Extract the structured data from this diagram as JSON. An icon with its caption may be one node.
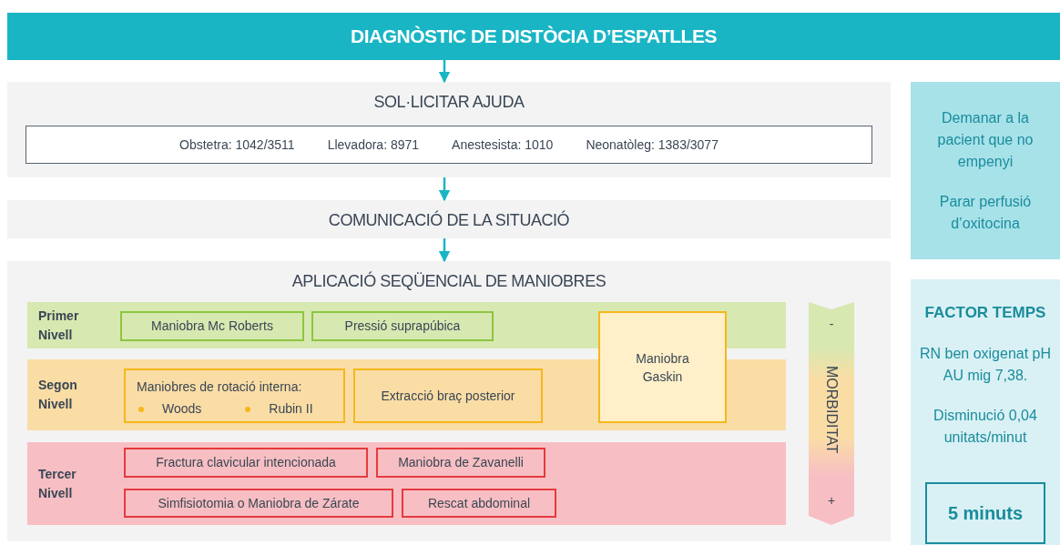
{
  "diagram": {
    "nodes": [
      {
        "text": [
          "DIAGNÒSTIC DE DISTÒCIA D’ESPATLLES"
        ]
      },
      {
        "text": [
          "SOL·LICITAR AJUDA"
        ]
      },
      {
        "text": [
          "Obstetra: 1042/3511",
          "Llevadora: 8971",
          "Anestesista: 1010",
          "Neonatòleg: 1383/3077"
        ],
        "in": 1
      },
      {
        "text": [
          "COMUNICACIÓ DE LA SITUACIÓ"
        ]
      },
      {
        "text": [
          "APLICACIÓ SEQÜENCIAL DE MANIOBRES"
        ]
      },
      {
        "text": [
          "Primer Nivell"
        ],
        "in": 4
      },
      {
        "text": [
          "Maniobra Mc Roberts"
        ],
        "in": 5
      },
      {
        "text": [
          "Pressió suprapúbica"
        ],
        "in": 5
      },
      {
        "text": [
          "Segon Nivell"
        ],
        "in": 4
      },
      {
        "text": [
          "Maniobres de rotació interna:",
          "Woods",
          "Rubin II"
        ],
        "in": 8
      },
      {
        "text": [
          "Extracció braç posterior"
        ],
        "in": 8
      },
      {
        "text": [
          "Tercer Nivell"
        ],
        "in": 4
      },
      {
        "text": [
          "Fractura clavicular intencionada"
        ],
        "in": 11
      },
      {
        "text": [
          "Maniobra de Zavanelli"
        ],
        "in": 11
      },
      {
        "text": [
          "Simfisiotomia o Maniobra de Zárate"
        ],
        "in": 11
      },
      {
        "text": [
          "Rescat abdominal"
        ],
        "in": 11
      },
      {
        "text": [
          "Maniobra Gaskin"
        ],
        "in": 4
      },
      {
        "text": [
          "-",
          "MORBIDITAT",
          "+"
        ],
        "in": 4
      },
      {
        "text": [
          "Demanar a la pacient  que no empenyi",
          "Parar perfusió d’oxitocina"
        ]
      },
      {
        "text": [
          "FACTOR TEMPS",
          "RN ben oxigenat pH AU mig 7,38.",
          "Disminució 0,04 unitats/minut"
        ]
      },
      {
        "text": [
          "5 minuts"
        ],
        "in": 19
      }
    ],
    "edges": [
      {
        "from": 0,
        "to": 1,
        "arrow": "to"
      },
      {
        "from": 1,
        "to": 3,
        "arrow": "to"
      },
      {
        "from": 3,
        "to": 4,
        "arrow": "to"
      }
    ]
  }
}
